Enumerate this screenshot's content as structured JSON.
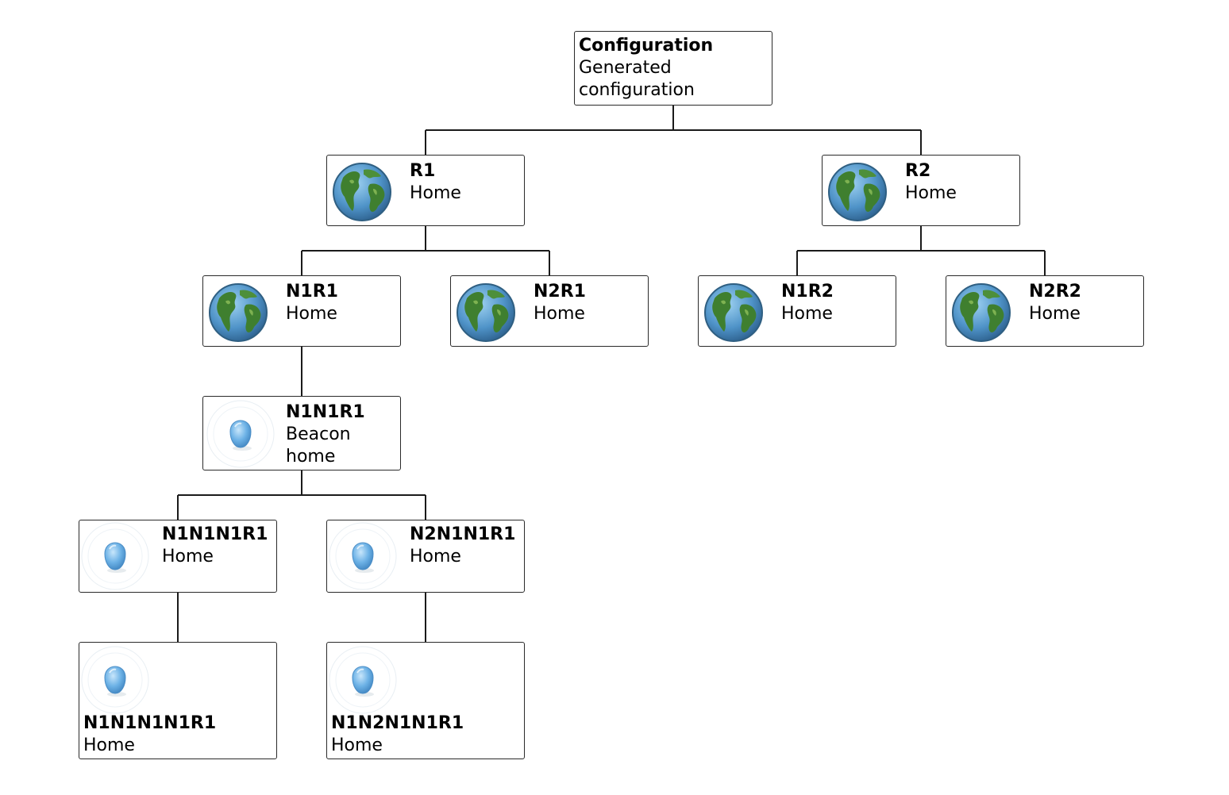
{
  "colors": {
    "line": "#1a1a1a",
    "border": "#2a2a2a",
    "globe_ocean": "#4f93c8",
    "globe_land": "#3f7f2f",
    "beacon": "#6db2e6"
  },
  "nodes": {
    "root": {
      "title": "Configuration",
      "sub1": "Generated",
      "sub2": "configuration"
    },
    "r1": {
      "title": "R1",
      "sub": "Home",
      "icon": "globe-icon"
    },
    "r2": {
      "title": "R2",
      "sub": "Home",
      "icon": "globe-icon"
    },
    "n1r1": {
      "title": "N1R1",
      "sub": "Home",
      "icon": "globe-icon"
    },
    "n2r1": {
      "title": "N2R1",
      "sub": "Home",
      "icon": "globe-icon"
    },
    "n1r2": {
      "title": "N1R2",
      "sub": "Home",
      "icon": "globe-icon"
    },
    "n2r2": {
      "title": "N2R2",
      "sub": "Home",
      "icon": "globe-icon"
    },
    "n1n1r1": {
      "title": "N1N1R1",
      "sub1": "Beacon",
      "sub2": "home",
      "icon": "beacon-icon"
    },
    "n1n1n1r1": {
      "title": "N1N1N1R1",
      "sub": "Home",
      "icon": "beacon-icon"
    },
    "n2n1n1r1": {
      "title": "N2N1N1R1",
      "sub": "Home",
      "icon": "beacon-icon"
    },
    "n1n1n1n1r1": {
      "title": "N1N1N1N1R1",
      "sub": "Home",
      "icon": "beacon-icon"
    },
    "n1n2n1n1r1": {
      "title": "N1N2N1N1R1",
      "sub": "Home",
      "icon": "beacon-icon"
    }
  }
}
